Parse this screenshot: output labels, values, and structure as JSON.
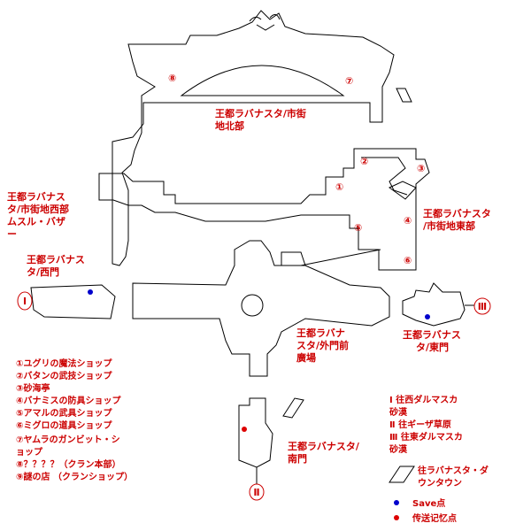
{
  "areas": {
    "north": [
      "王都ラバナスタ/市街",
      "地北部"
    ],
    "west_street": [
      "王都ラバナス",
      "タ/市街地西部",
      "ムスル・バザ",
      "ー"
    ],
    "west_gate": [
      "王都ラバナス",
      "タ/西門"
    ],
    "east_street": [
      "王都ラバナスタ",
      "/市街地東部"
    ],
    "outer_gate": [
      "王都ラバナ",
      "スタ/外門前",
      "廣場"
    ],
    "east_gate": [
      "王都ラバナス",
      "タ/東門"
    ],
    "south_gate": [
      "王都ラバナスタ/",
      "南門"
    ]
  },
  "markers": {
    "n1": "①",
    "n2": "②",
    "n3": "③",
    "n4": "④",
    "n5": "⑤",
    "n6": "⑥",
    "n7": "⑦",
    "n8": "⑧",
    "roman1": "Ⅰ",
    "roman2": "Ⅱ",
    "roman3": "Ⅲ"
  },
  "shop_legend": [
    "①ユグリの魔法ショップ",
    "②バタンの武技ショップ",
    "③砂海亭",
    "④バナミスの防具ショップ",
    "⑤アマルの武具ショップ",
    "⑥ミグロの道具ショップ",
    "",
    "⑦ヤムラのガンビット・シ",
    "ョップ",
    "⑧？？？？（クラン本部）",
    "⑨謎の店 （クランショップ）"
  ],
  "exit_legend": [
    "Ⅰ 往西ダルマスカ",
    "砂漠",
    "Ⅱ 往ギーザ草原",
    "Ⅲ 往東ダルマスカ",
    "砂漠"
  ],
  "downtown_legend": [
    "往ラバナスタ・ダ",
    "ウンタウン"
  ],
  "blue_legend": "Save点",
  "red_legend": "传送记忆点",
  "colors": {
    "label": "#cc0000",
    "blue_dot": "#0000cc",
    "red_dot": "#dd0000"
  }
}
